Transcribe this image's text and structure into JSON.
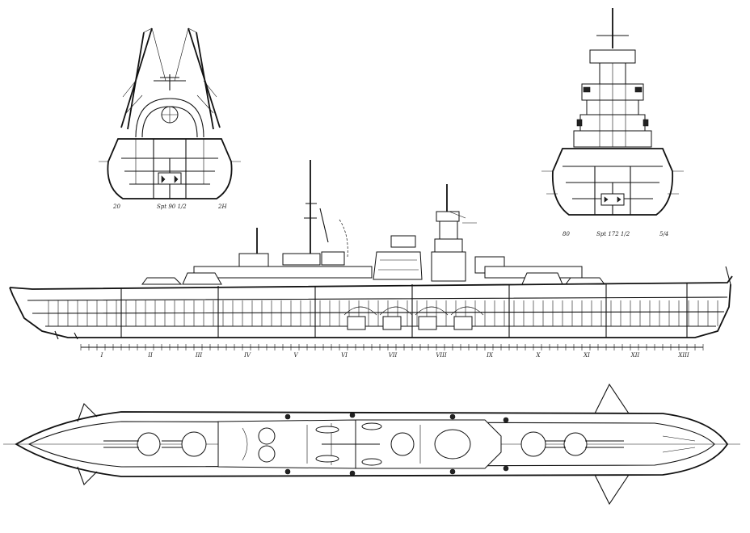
{
  "drawing": {
    "views": [
      {
        "id": "cross-section-aft",
        "caption": "Spt 90 1/2"
      },
      {
        "id": "cross-section-fwd",
        "caption": "Spt 172 1/2"
      },
      {
        "id": "inboard-profile",
        "caption": ""
      },
      {
        "id": "plan-view",
        "caption": ""
      }
    ],
    "compartment_numerals": [
      "I",
      "II",
      "III",
      "IV",
      "V",
      "VI",
      "VII",
      "VIII",
      "IX",
      "X",
      "XI",
      "XII",
      "XIII"
    ]
  }
}
